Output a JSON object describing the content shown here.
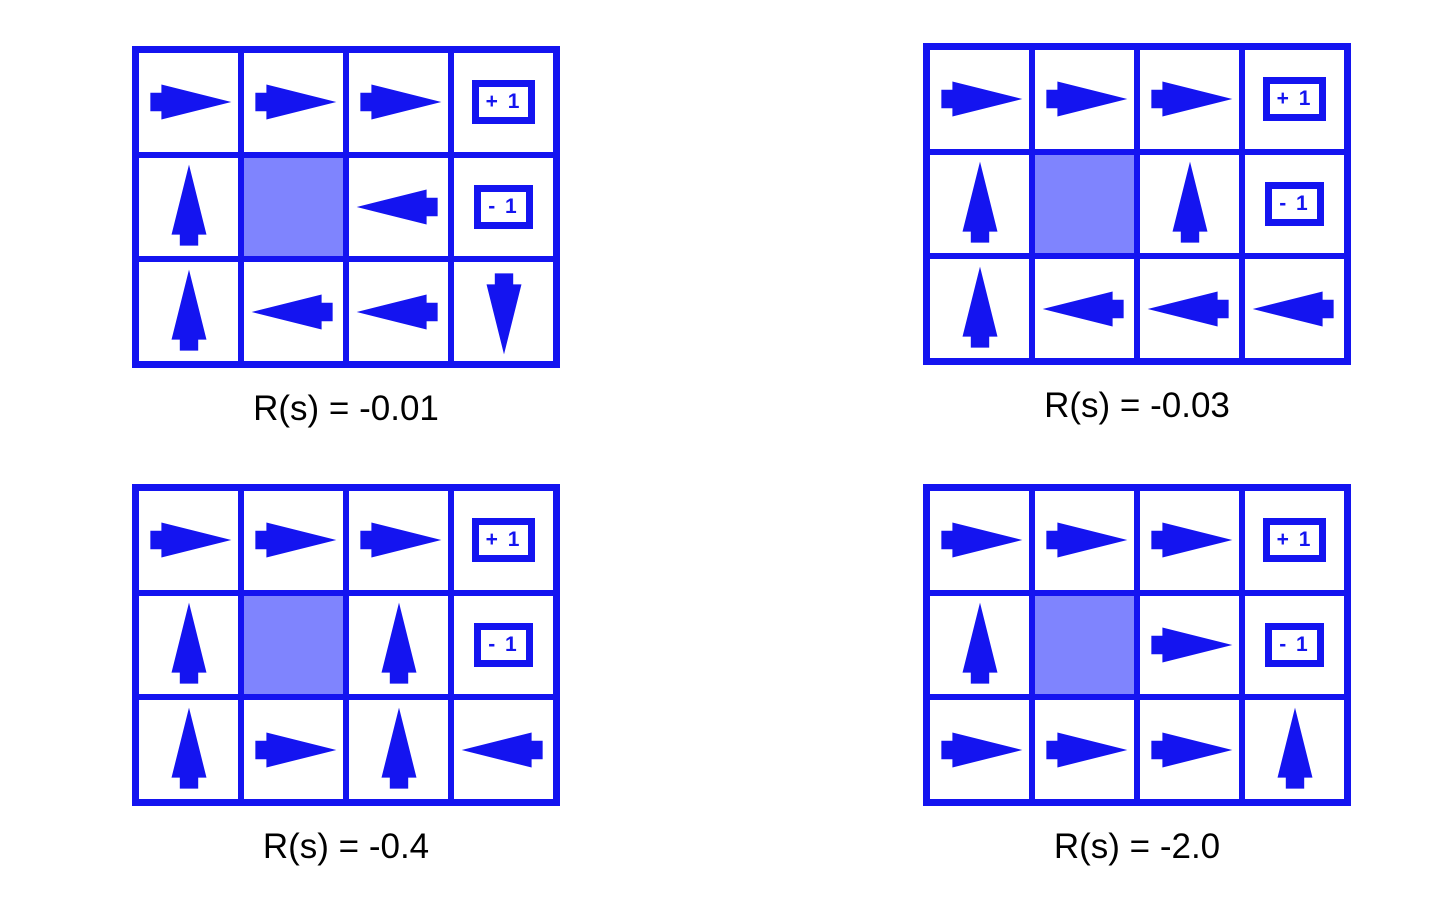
{
  "figure": {
    "title": "Gridworld optimal policies for varying living reward",
    "colors": {
      "grid_line": "#1414f0",
      "arrow": "#1414f0",
      "wall": "#7f84fe",
      "cell": "#ffffff",
      "caption_text": "#000000",
      "background": "#ffffff"
    },
    "grid_size": {
      "rows": 3,
      "cols": 4
    }
  },
  "panels": [
    {
      "id": "panel-r-0-01",
      "caption": "R(s) = -0.01",
      "reward": -0.01,
      "cells": [
        [
          {
            "type": "arrow",
            "dir": "right",
            "name": "arrow-right-icon"
          },
          {
            "type": "arrow",
            "dir": "right",
            "name": "arrow-right-icon"
          },
          {
            "type": "arrow",
            "dir": "right",
            "name": "arrow-right-icon"
          },
          {
            "type": "reward",
            "label": "+ 1",
            "name": "terminal-positive-one"
          }
        ],
        [
          {
            "type": "arrow",
            "dir": "up",
            "name": "arrow-up-icon"
          },
          {
            "type": "wall",
            "label": "",
            "name": "wall-cell"
          },
          {
            "type": "arrow",
            "dir": "left",
            "name": "arrow-left-icon"
          },
          {
            "type": "reward",
            "label": "- 1",
            "name": "terminal-negative-one"
          }
        ],
        [
          {
            "type": "arrow",
            "dir": "up",
            "name": "arrow-up-icon"
          },
          {
            "type": "arrow",
            "dir": "left",
            "name": "arrow-left-icon"
          },
          {
            "type": "arrow",
            "dir": "left",
            "name": "arrow-left-icon"
          },
          {
            "type": "arrow",
            "dir": "down",
            "name": "arrow-down-icon"
          }
        ]
      ]
    },
    {
      "id": "panel-r-0-03",
      "caption": "R(s) = -0.03",
      "reward": -0.03,
      "cells": [
        [
          {
            "type": "arrow",
            "dir": "right",
            "name": "arrow-right-icon"
          },
          {
            "type": "arrow",
            "dir": "right",
            "name": "arrow-right-icon"
          },
          {
            "type": "arrow",
            "dir": "right",
            "name": "arrow-right-icon"
          },
          {
            "type": "reward",
            "label": "+ 1",
            "name": "terminal-positive-one"
          }
        ],
        [
          {
            "type": "arrow",
            "dir": "up",
            "name": "arrow-up-icon"
          },
          {
            "type": "wall",
            "label": "",
            "name": "wall-cell"
          },
          {
            "type": "arrow",
            "dir": "up",
            "name": "arrow-up-icon"
          },
          {
            "type": "reward",
            "label": "- 1",
            "name": "terminal-negative-one"
          }
        ],
        [
          {
            "type": "arrow",
            "dir": "up",
            "name": "arrow-up-icon"
          },
          {
            "type": "arrow",
            "dir": "left",
            "name": "arrow-left-icon"
          },
          {
            "type": "arrow",
            "dir": "left",
            "name": "arrow-left-icon"
          },
          {
            "type": "arrow",
            "dir": "left",
            "name": "arrow-left-icon"
          }
        ]
      ]
    },
    {
      "id": "panel-r-0-4",
      "caption": "R(s) = -0.4",
      "reward": -0.4,
      "cells": [
        [
          {
            "type": "arrow",
            "dir": "right",
            "name": "arrow-right-icon"
          },
          {
            "type": "arrow",
            "dir": "right",
            "name": "arrow-right-icon"
          },
          {
            "type": "arrow",
            "dir": "right",
            "name": "arrow-right-icon"
          },
          {
            "type": "reward",
            "label": "+ 1",
            "name": "terminal-positive-one"
          }
        ],
        [
          {
            "type": "arrow",
            "dir": "up",
            "name": "arrow-up-icon"
          },
          {
            "type": "wall",
            "label": "",
            "name": "wall-cell"
          },
          {
            "type": "arrow",
            "dir": "up",
            "name": "arrow-up-icon"
          },
          {
            "type": "reward",
            "label": "- 1",
            "name": "terminal-negative-one"
          }
        ],
        [
          {
            "type": "arrow",
            "dir": "up",
            "name": "arrow-up-icon"
          },
          {
            "type": "arrow",
            "dir": "right",
            "name": "arrow-right-icon"
          },
          {
            "type": "arrow",
            "dir": "up",
            "name": "arrow-up-icon"
          },
          {
            "type": "arrow",
            "dir": "left",
            "name": "arrow-left-icon"
          }
        ]
      ]
    },
    {
      "id": "panel-r-2-0",
      "caption": "R(s) = -2.0",
      "reward": -2.0,
      "cells": [
        [
          {
            "type": "arrow",
            "dir": "right",
            "name": "arrow-right-icon"
          },
          {
            "type": "arrow",
            "dir": "right",
            "name": "arrow-right-icon"
          },
          {
            "type": "arrow",
            "dir": "right",
            "name": "arrow-right-icon"
          },
          {
            "type": "reward",
            "label": "+ 1",
            "name": "terminal-positive-one"
          }
        ],
        [
          {
            "type": "arrow",
            "dir": "up",
            "name": "arrow-up-icon"
          },
          {
            "type": "wall",
            "label": "",
            "name": "wall-cell"
          },
          {
            "type": "arrow",
            "dir": "right",
            "name": "arrow-right-icon"
          },
          {
            "type": "reward",
            "label": "- 1",
            "name": "terminal-negative-one"
          }
        ],
        [
          {
            "type": "arrow",
            "dir": "right",
            "name": "arrow-right-icon"
          },
          {
            "type": "arrow",
            "dir": "right",
            "name": "arrow-right-icon"
          },
          {
            "type": "arrow",
            "dir": "right",
            "name": "arrow-right-icon"
          },
          {
            "type": "arrow",
            "dir": "up",
            "name": "arrow-up-icon"
          }
        ]
      ]
    }
  ]
}
